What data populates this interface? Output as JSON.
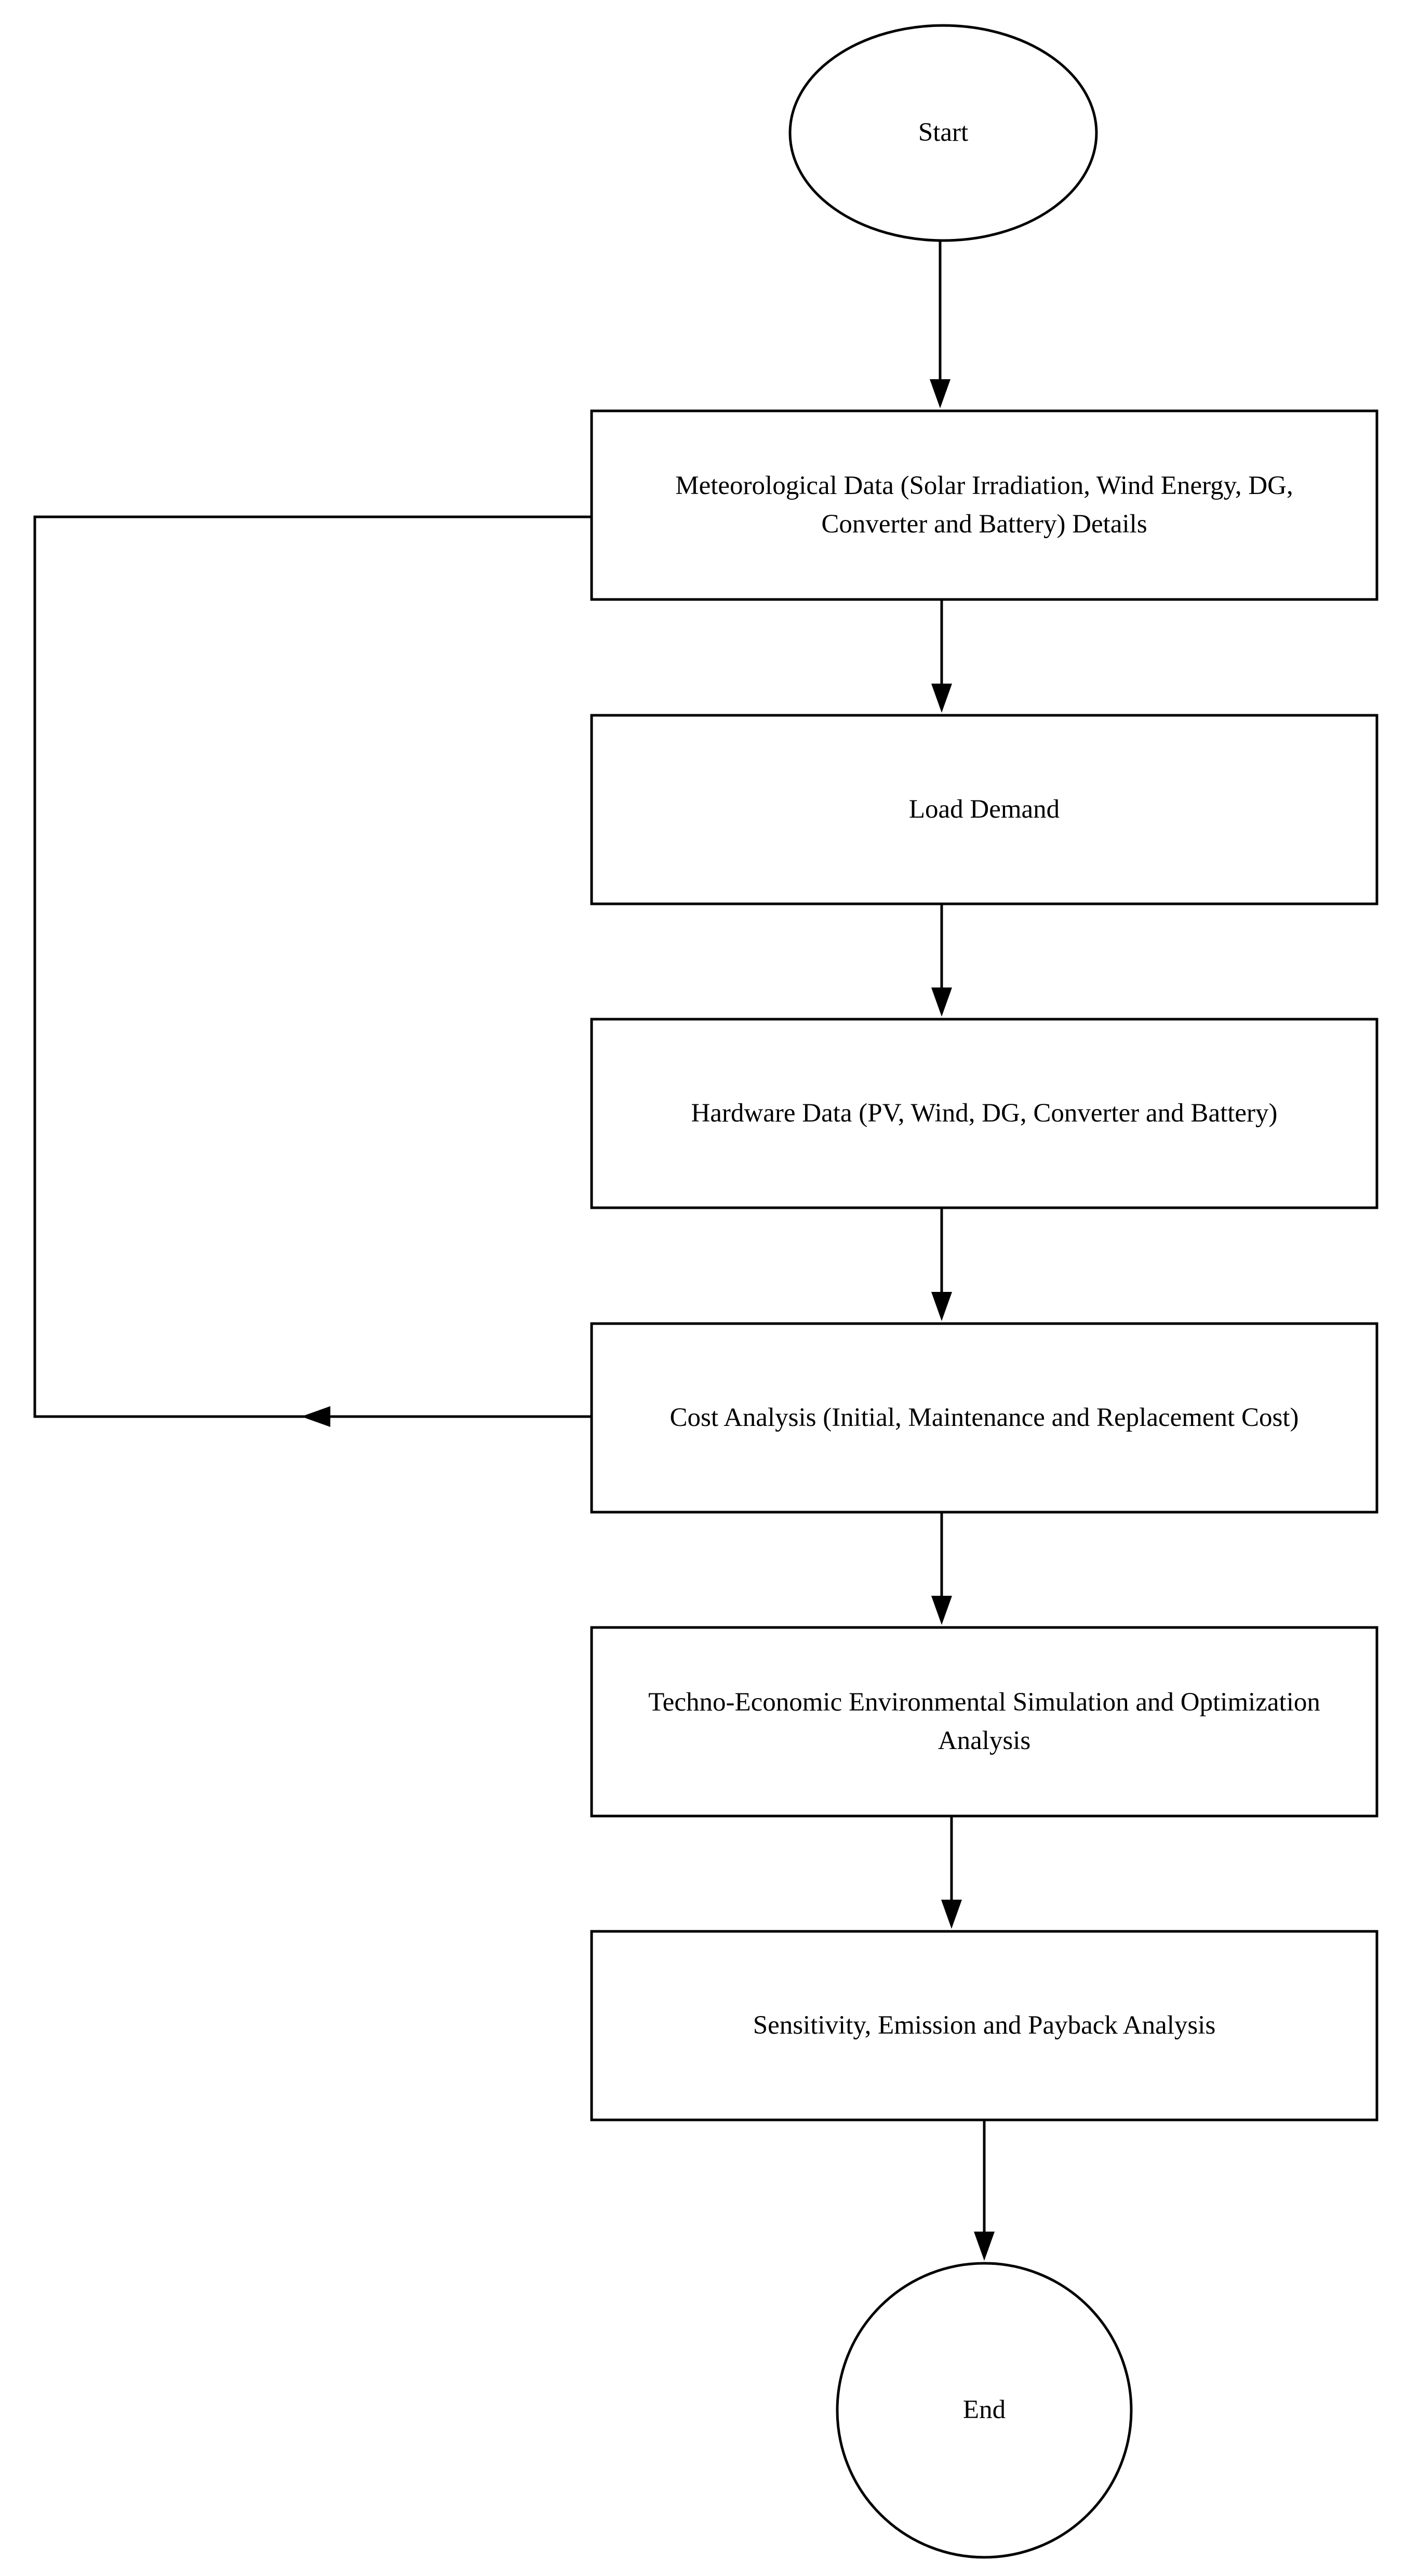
{
  "flowchart": {
    "start_label": "Start",
    "end_label": "End",
    "steps": [
      {
        "label": "Meteorological Data (Solar Irradiation, Wind Energy, DG, Converter and Battery) Details"
      },
      {
        "label": "Load Demand"
      },
      {
        "label": "Hardware Data (PV, Wind, DG, Converter and Battery)"
      },
      {
        "label": "Cost Analysis (Initial, Maintenance and Replacement Cost)"
      },
      {
        "label": "Techno-Economic Environmental Simulation and Optimization Analysis"
      },
      {
        "label": "Sensitivity, Emission and Payback Analysis"
      }
    ]
  },
  "colors": {
    "stroke": "#000000",
    "fill": "#ffffff",
    "text": "#000000"
  }
}
